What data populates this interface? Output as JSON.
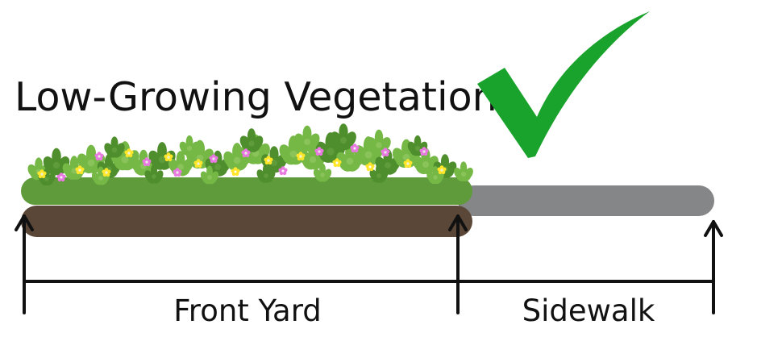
{
  "title": "Low-Growing Vegetation",
  "labels": {
    "front_yard": "Front Yard",
    "sidewalk": "Sidewalk"
  },
  "colors": {
    "title_text": "#111111",
    "checkmark": "#1aa32c",
    "turf": "#5f9b3b",
    "soil": "#5b4737",
    "sidewalk": "#858688",
    "leaf": "#75b846",
    "leaf_dark": "#4f8e2c",
    "flower_yellow": "#ffe62b",
    "flower_pink": "#e879e0",
    "arrow": "#111111"
  },
  "icons": {
    "check": "checkmark-icon",
    "plants": "leaf-icon",
    "flowers": "flower-icon"
  }
}
